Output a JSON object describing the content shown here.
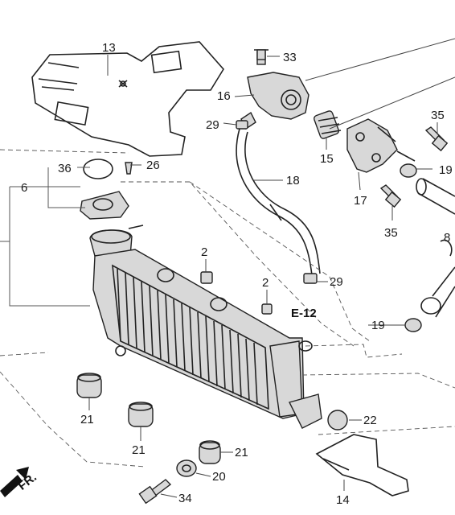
{
  "labels": {
    "l13": "13",
    "l33": "33",
    "l16": "16",
    "l29a": "29",
    "l15": "15",
    "l35a": "35",
    "l19a": "19",
    "l17": "17",
    "l35b": "35",
    "l8": "8",
    "l36": "36",
    "l6": "6",
    "l26": "26",
    "l18": "18",
    "l2a": "2",
    "l2b": "2",
    "l29b": "29",
    "le12": "E-12",
    "l19b": "19",
    "l21a": "21",
    "l21b": "21",
    "l21c": "21",
    "l22": "22",
    "l20": "20",
    "l34": "34",
    "l14": "14",
    "lfr": "FR."
  }
}
